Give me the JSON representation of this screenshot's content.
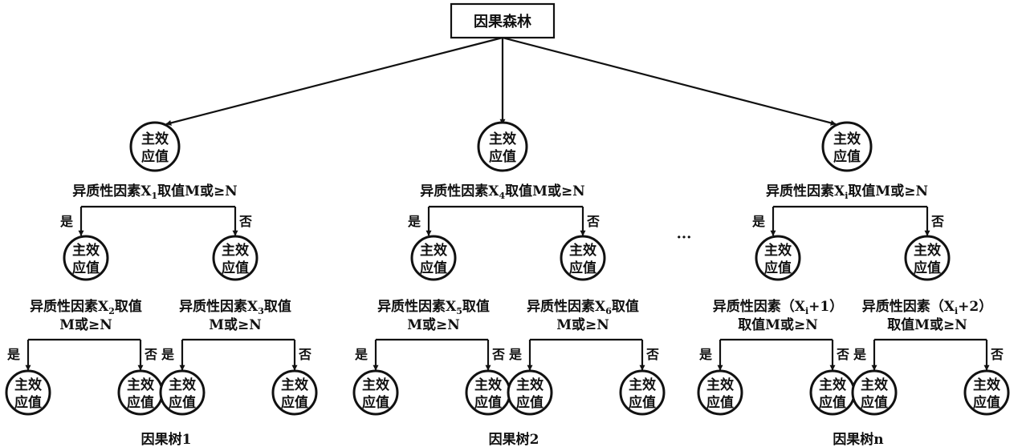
{
  "root": {
    "label": "因果森林"
  },
  "node_label": [
    "主效",
    "应值"
  ],
  "yes_label": "是",
  "no_label": "否",
  "ellipsis": "···",
  "trees": [
    {
      "caption": "因果树1",
      "split": [
        "异质性因素X",
        "1",
        "取值M或≥N"
      ],
      "left_split": {
        "lines": [
          [
            "异质性因素X",
            "2",
            "取值"
          ],
          [
            "M或≥N"
          ]
        ]
      },
      "right_split": {
        "lines": [
          [
            "异质性因素X",
            "3",
            "取值"
          ],
          [
            "M或≥N"
          ]
        ]
      }
    },
    {
      "caption": "因果树2",
      "split": [
        "异质性因素X",
        "4",
        "取值M或≥N"
      ],
      "left_split": {
        "lines": [
          [
            "异质性因素X",
            "5",
            "取值"
          ],
          [
            "M或≥N"
          ]
        ]
      },
      "right_split": {
        "lines": [
          [
            "异质性因素X",
            "6",
            "取值"
          ],
          [
            "M或≥N"
          ]
        ]
      }
    },
    {
      "caption": "因果树n",
      "split": [
        "异质性因素X",
        "i",
        "取值M或≥N"
      ],
      "left_split": {
        "lines": [
          [
            "异质性因素（X",
            "i",
            "+1）"
          ],
          [
            "取值M或≥N"
          ]
        ]
      },
      "right_split": {
        "lines": [
          [
            "异质性因素（X",
            "i",
            "+2）"
          ],
          [
            "取值M或≥N"
          ]
        ]
      }
    }
  ]
}
